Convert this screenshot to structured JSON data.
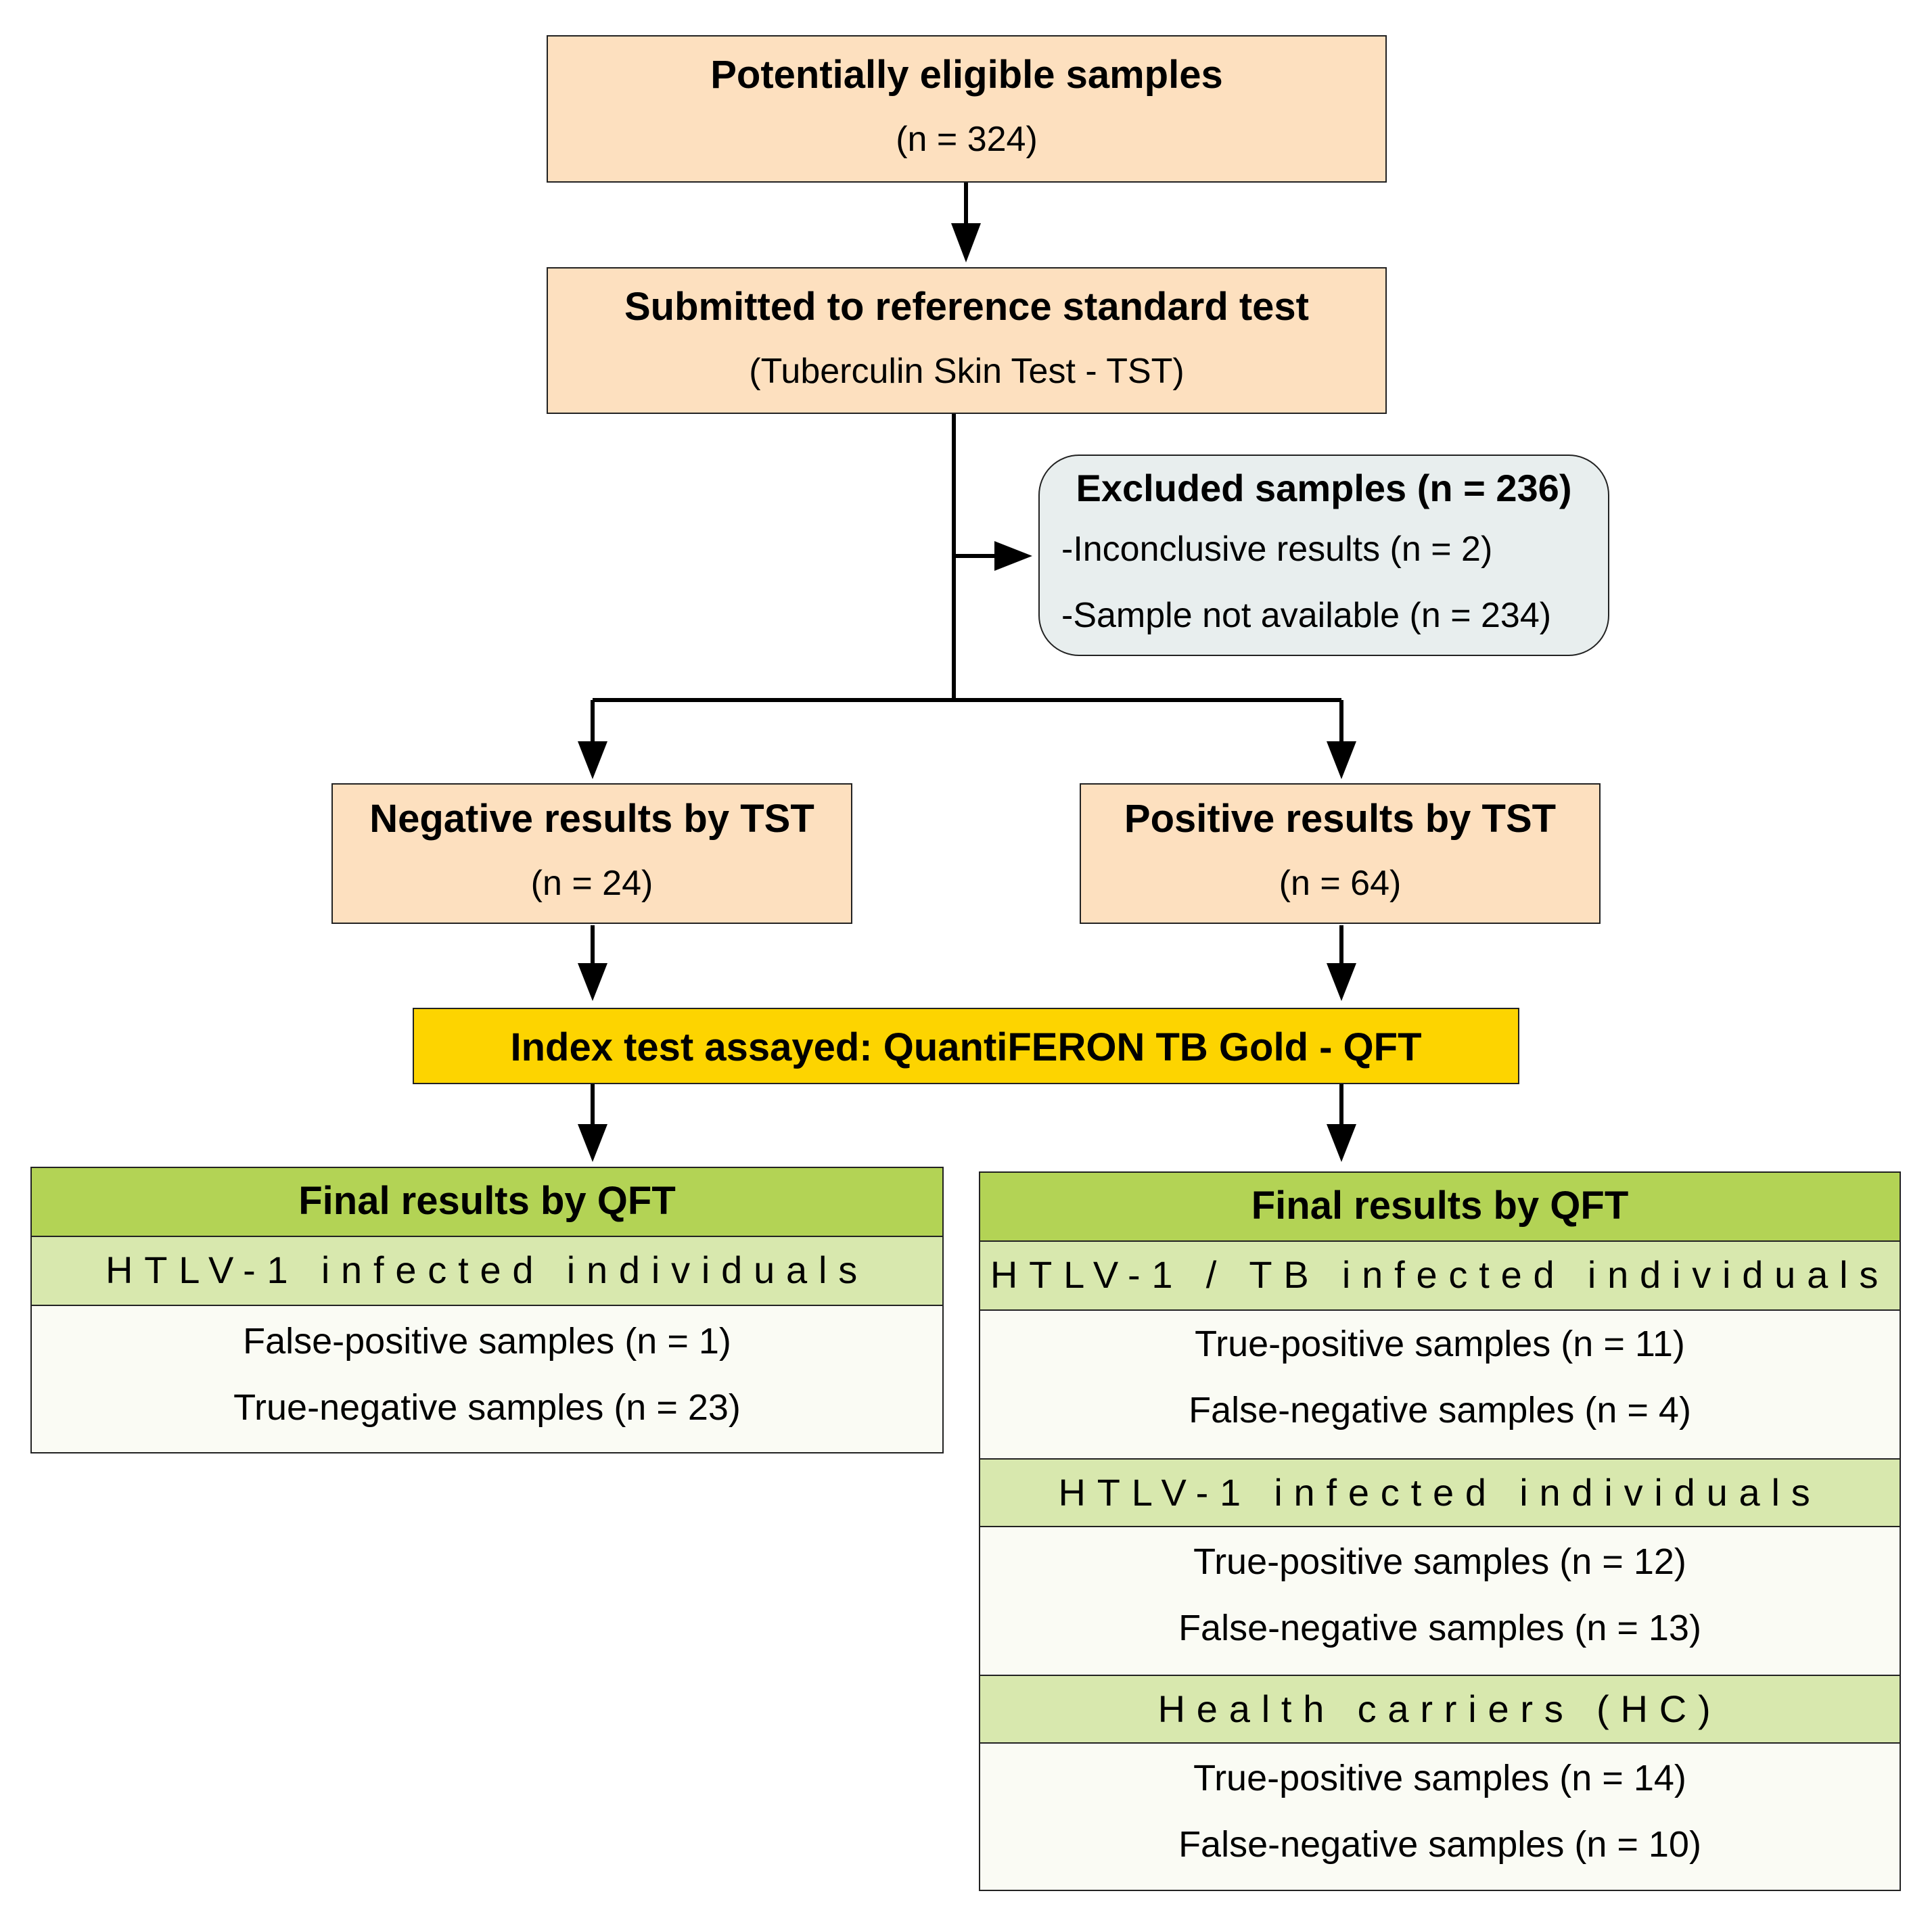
{
  "top": {
    "title": "Potentially eligible samples",
    "count": "(n = 324)"
  },
  "reference": {
    "title": "Submitted to reference standard test",
    "subtitle": "(Tuberculin Skin Test - TST)"
  },
  "excluded": {
    "title": "Excluded samples (n = 236)",
    "items": [
      "-Inconclusive results (n = 2)",
      "-Sample not available (n = 234)"
    ]
  },
  "negative": {
    "title": "Negative results by TST",
    "count": "(n = 24)"
  },
  "positive": {
    "title": "Positive results by TST",
    "count": "(n = 64)"
  },
  "index_test": {
    "label": "Index test assayed: QuantiFERON TB Gold  - QFT"
  },
  "left_panel": {
    "header": "Final results by QFT",
    "groups": [
      {
        "name": "HTLV-1 infected individuals",
        "results": [
          "False-positive samples (n = 1)",
          "True-negative samples (n = 23)"
        ]
      }
    ]
  },
  "right_panel": {
    "header": "Final results by QFT",
    "groups": [
      {
        "name": "HTLV-1 / TB infected individuals",
        "results": [
          "True-positive samples (n = 11)",
          "False-negative samples (n = 4)"
        ]
      },
      {
        "name": "HTLV-1 infected individuals",
        "results": [
          "True-positive samples (n = 12)",
          "False-negative samples (n = 13)"
        ]
      },
      {
        "name": "Health carriers (HC)",
        "results": [
          "True-positive samples (n = 14)",
          "False-negative samples (n = 10)"
        ]
      }
    ]
  },
  "colors": {
    "tan": "#fde0bf",
    "gold": "#fdd400",
    "header_green": "#b3d355",
    "group_green": "#d8e8ae",
    "excluded_bg": "#e8eeee"
  }
}
